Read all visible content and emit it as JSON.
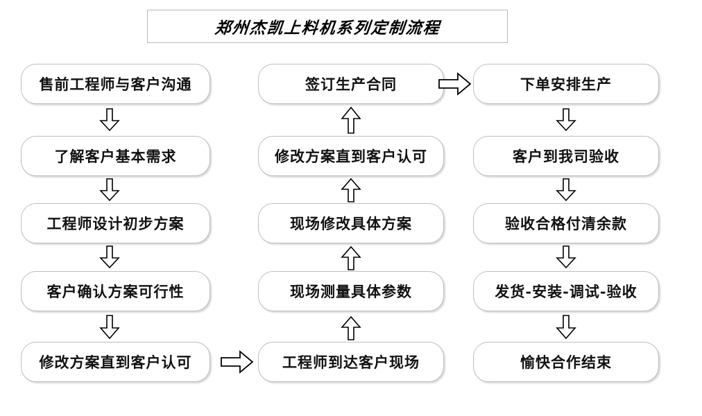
{
  "title": {
    "text": "郑州杰凯上料机系列定制流程"
  },
  "flow": {
    "columns": [
      {
        "name": "column-1",
        "direction": "down",
        "nodes": [
          {
            "label": "售前工程师与客户沟通"
          },
          {
            "label": "了解客户基本需求"
          },
          {
            "label": "工程师设计初步方案"
          },
          {
            "label": "客户确认方案可行性"
          },
          {
            "label": "修改方案直到客户认可"
          }
        ]
      },
      {
        "name": "column-2",
        "direction": "up",
        "nodes": [
          {
            "label": "签订生产合同"
          },
          {
            "label": "修改方案直到客户认可"
          },
          {
            "label": "现场修改具体方案"
          },
          {
            "label": "现场测量具体参数"
          },
          {
            "label": "工程师到达客户现场"
          }
        ]
      },
      {
        "name": "column-3",
        "direction": "down",
        "nodes": [
          {
            "label": "下单安排生产"
          },
          {
            "label": "客户到我司验收"
          },
          {
            "label": "验收合格付清余款"
          },
          {
            "label": "发货-安装-调试-验收"
          },
          {
            "label": "愉快合作结束"
          }
        ]
      }
    ],
    "connectors": [
      {
        "name": "col1-to-col2",
        "direction": "right"
      },
      {
        "name": "col2-to-col3",
        "direction": "right"
      }
    ]
  },
  "style": {
    "box_border": "#bfbfbf",
    "arrow_stroke": "#000000",
    "arrow_fill": "#ffffff",
    "title_border": "#b9b9b9",
    "text_color": "#111111",
    "background": "#ffffff"
  }
}
